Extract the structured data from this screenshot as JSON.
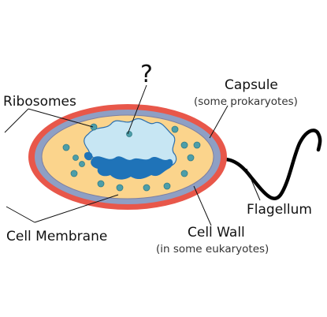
{
  "diagram": {
    "question_mark": "?",
    "labels": {
      "ribosomes": "Ribosomes",
      "capsule": "Capsule",
      "capsule_note": "(some prokaryotes)",
      "flagellum": "Flagellum",
      "cell_wall": "Cell Wall",
      "cell_wall_note": "(in some eukaryotes)",
      "cell_membrane": "Cell Membrane"
    },
    "colors": {
      "capsule": "#e8574a",
      "cell_wall": "#8e9fc4",
      "cytoplasm": "#fbd48c",
      "nucleoid_light": "#c7e6f3",
      "nucleoid_dark": "#1f73b8",
      "ribosome": "#4d9ea9",
      "flagellum": "#000000"
    }
  }
}
